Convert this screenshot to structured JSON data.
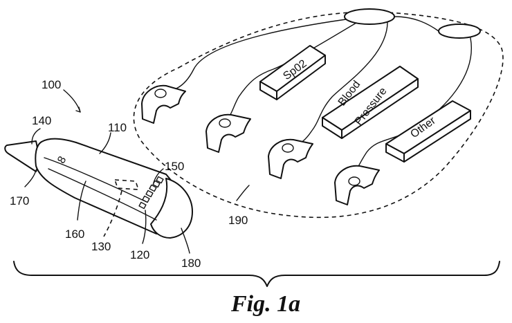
{
  "figure": {
    "caption": "Fig. 1a"
  },
  "module_labels": {
    "spo2": "Sp02",
    "blood_line1": "Blood",
    "blood_line2": "Pressure",
    "other": "Other"
  },
  "refs": {
    "r100": "100",
    "r110": "110",
    "r120": "120",
    "r130": "130",
    "r140": "140",
    "r150": "150",
    "r160": "160",
    "r170": "170",
    "r180": "180",
    "r190": "190"
  },
  "device": {
    "mark": "8"
  }
}
